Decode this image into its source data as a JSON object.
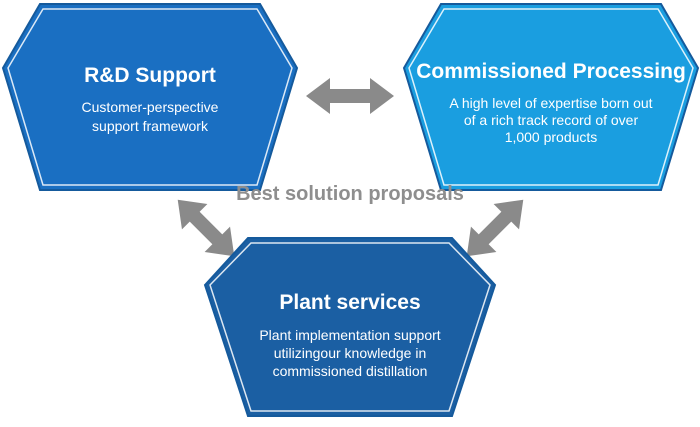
{
  "center_label": "Best solution proposals",
  "nodes": {
    "rd": {
      "title": "R&D Support",
      "lines": [
        "Customer-perspective",
        "support framework"
      ],
      "color": "#1a6fc2"
    },
    "commissioned": {
      "title": "Commissioned Processing",
      "lines": [
        "A high level of expertise born out",
        "of a rich track record of over",
        "1,000 products"
      ],
      "color": "#1a9ee0"
    },
    "plant": {
      "title": "Plant services",
      "lines": [
        "Plant implementation support",
        "utilizingour knowledge in",
        "commissioned distillation"
      ],
      "color": "#1b5fa3"
    }
  },
  "colors": {
    "border": "#155a9c",
    "arrow": "#8a8a8a",
    "text": "#ffffff"
  }
}
